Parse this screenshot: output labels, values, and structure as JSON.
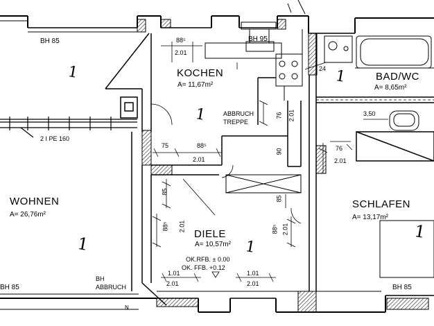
{
  "rooms": {
    "kochen": {
      "name": "KOCHEN",
      "area": "A= 11,67m²"
    },
    "bad": {
      "name": "BAD/WC",
      "area": "A= 8,65m²"
    },
    "wohnen": {
      "name": "WOHNEN",
      "area": "A= 26,76m²"
    },
    "diele": {
      "name": "DIELE",
      "area": "A= 10,57m²"
    },
    "schlafen": {
      "name": "SCHLAFEN",
      "area": "A= 13,17m²"
    }
  },
  "notes": {
    "abbruch_treppe_1": "ABBRUCH",
    "abbruch_treppe_2": "TREPPE",
    "beam": "2 I PE 160",
    "ok_rfb": "OK.RFB. ± 0.00",
    "ok_ffb": "OK. FFB. +0.12",
    "bh_abbruch_1": "BH",
    "bh_abbruch_2": "ABBRUCH",
    "north_mark": "N"
  },
  "parapets": {
    "top_left": "BH 85",
    "top_kitchen": "BH 95",
    "bottom_left": "BH 85",
    "bottom_right": "BH 85"
  },
  "dimensions": {
    "k_88": "88⁵",
    "k_201": "2.01",
    "d_75": "75",
    "d_885": "88⁵",
    "d_201a": "2.01",
    "d_76a": "76",
    "d_201b": "2.01",
    "d_90": "90",
    "d_24": "24",
    "d_350": "3,50",
    "s_76": "76",
    "s_201": "2.01",
    "di_85a": "85",
    "di_885a": "88⁵",
    "di_201a": "2.01",
    "di_85b": "85",
    "di_885b": "88⁵",
    "di_201b": "2.01",
    "door1_101": "1.01",
    "door1_201": "2.01",
    "door2_101": "1.01",
    "door2_201": "2.01"
  },
  "marks": {
    "m1": "1",
    "m2": "1",
    "m3": "1",
    "m4": "1",
    "m5": "1",
    "m6": "1"
  }
}
